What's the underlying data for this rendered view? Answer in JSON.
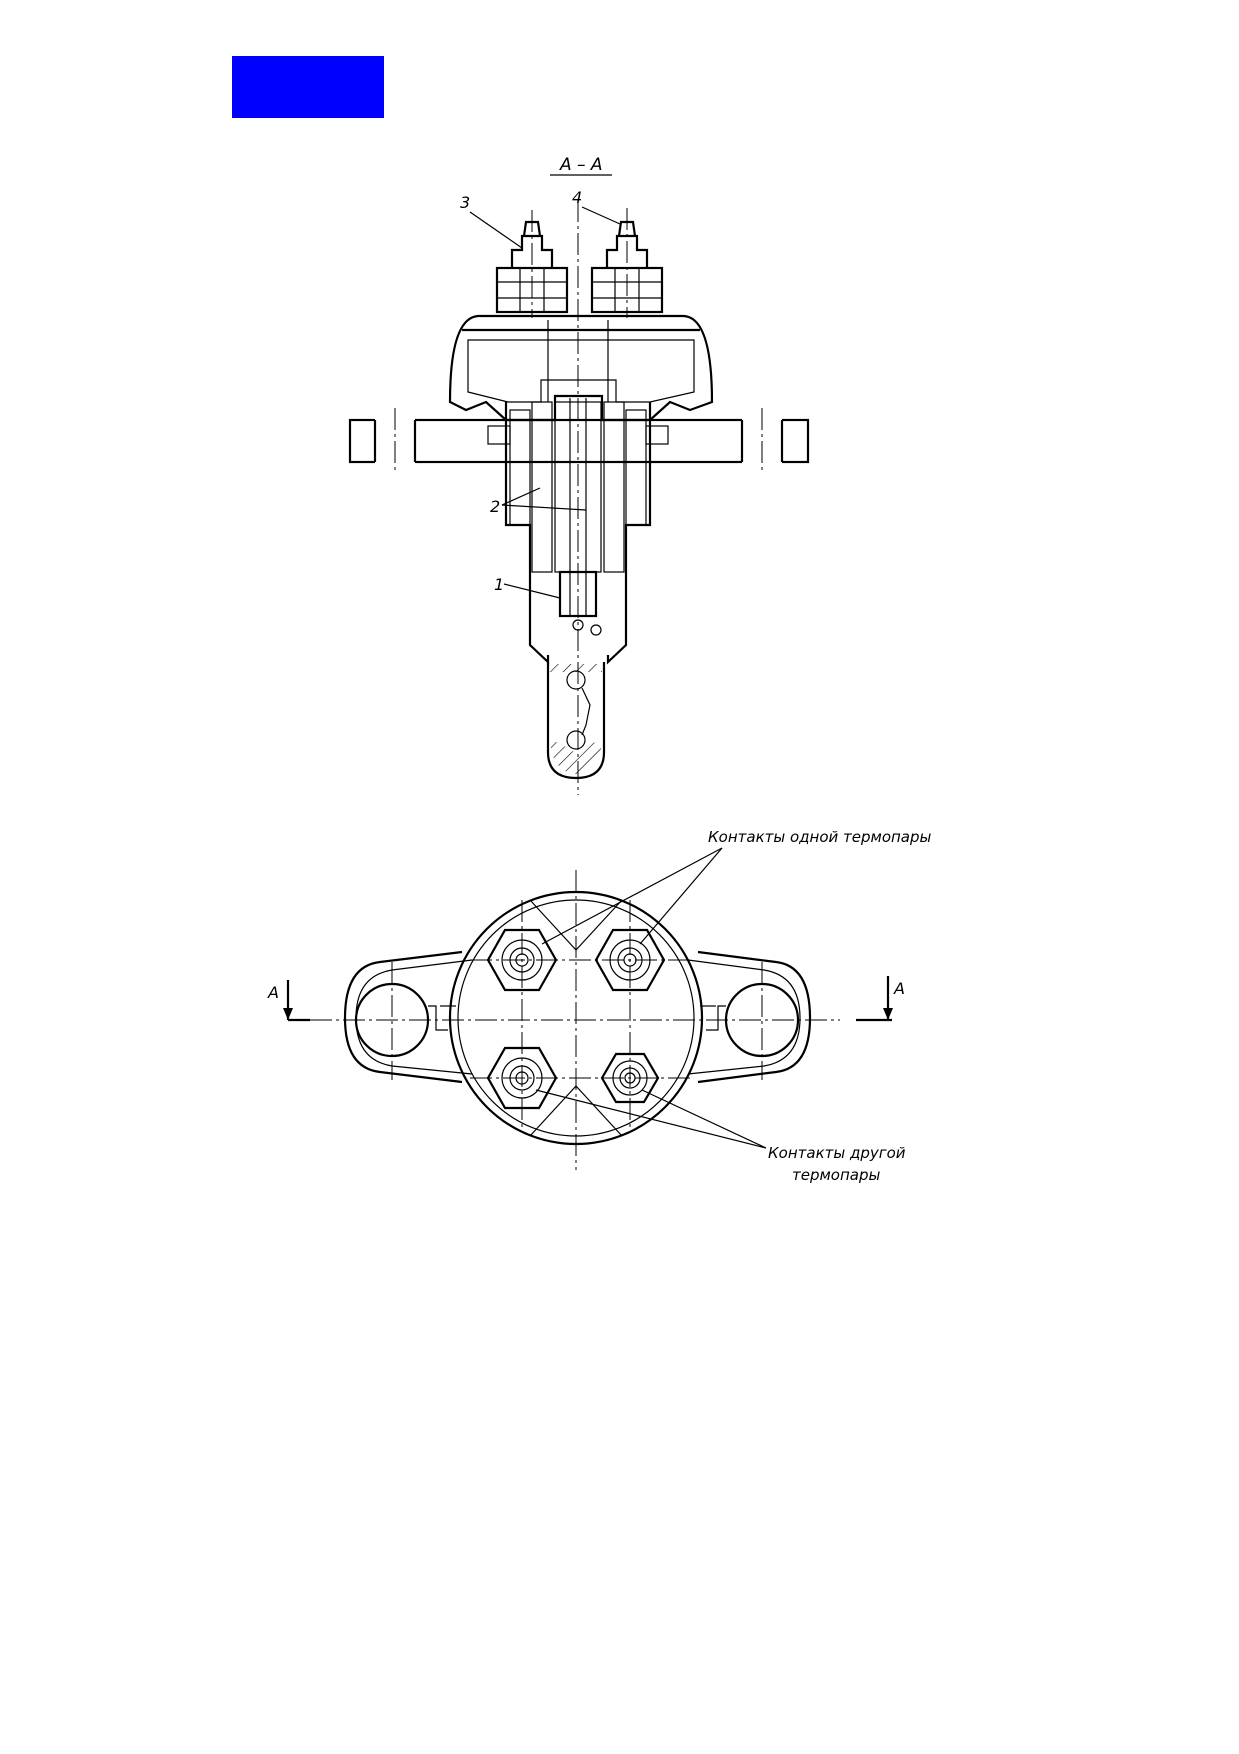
{
  "colors": {
    "corner_block": "#0000FF",
    "ink": "#000000",
    "paper": "#FFFFFF"
  },
  "section_view": {
    "title": "А – А",
    "callouts": {
      "item_1": "1",
      "item_2": "2",
      "item_3": "3",
      "item_4": "4"
    }
  },
  "plan_view": {
    "cut_mark_left": "А",
    "cut_mark_right": "А",
    "label_one_thermocouple": "Контакты одной термопары",
    "label_other_thermocouple_line1": "Контакты другой",
    "label_other_thermocouple_line2": "термопары"
  }
}
